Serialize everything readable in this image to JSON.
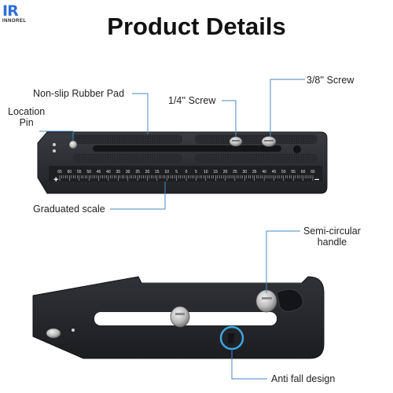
{
  "brand": {
    "logo_text": "IR",
    "name": "INNOREL",
    "accent": "#2f6fd8"
  },
  "title": "Product Details",
  "labels": {
    "rubber_pad": "Non-slip Rubber Pad",
    "location_pin_line1": "Location",
    "location_pin_line2": "Pin",
    "screw_quarter": "1/4'' Screw",
    "screw_3_8": "3/8'' Screw",
    "graduated_scale": "Graduated scale",
    "handle_line1": "Semi-circular",
    "handle_line2": "handle",
    "anti_fall": "Anti fall design"
  },
  "scale": {
    "left_sign": "+",
    "right_sign": "−",
    "ticks": [
      "65",
      "60",
      "55",
      "50",
      "45",
      "40",
      "35",
      "30",
      "25",
      "20",
      "15",
      "10",
      "5",
      "0",
      "5",
      "10",
      "15",
      "20",
      "25",
      "30",
      "35",
      "40",
      "45",
      "50",
      "55",
      "60",
      "65"
    ]
  },
  "colors": {
    "plate": "#2b2d31",
    "plate_edge": "#15161a",
    "callout": "#4a88c6",
    "highlight": "#3aa7e0"
  }
}
